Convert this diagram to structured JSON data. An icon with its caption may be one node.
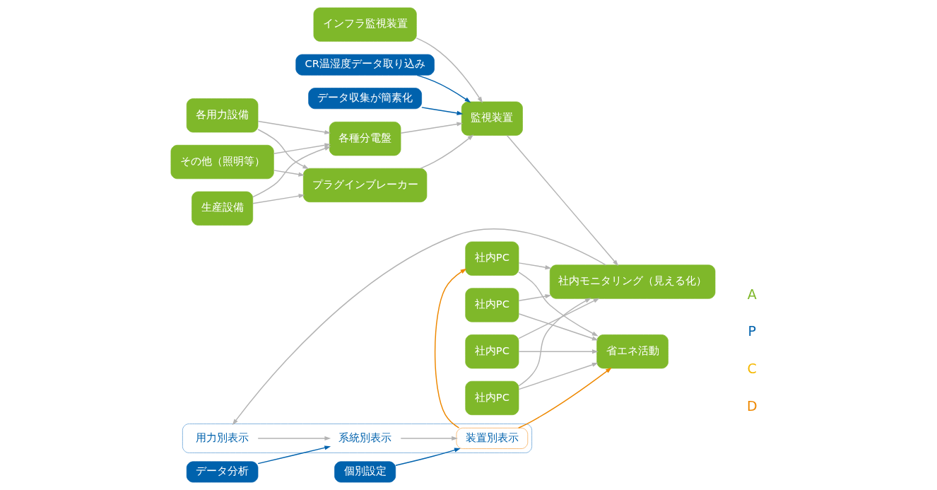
{
  "diagram": {
    "nodes": [
      {
        "text": [
          "インフラ監視装置"
        ]
      },
      {
        "text": [
          "CR温湿度データ取り込み"
        ]
      },
      {
        "text": [
          "データ収集が簡素化"
        ]
      },
      {
        "text": [
          "生産設備"
        ]
      },
      {
        "text": [
          "各種分電盤"
        ]
      },
      {
        "text": [
          "監視装置"
        ]
      },
      {
        "text": [
          "社内モニタリング（見える化）"
        ]
      },
      {
        "text": [
          "社内PC"
        ]
      },
      {
        "text": [
          "社内PC"
        ]
      },
      {
        "text": [
          "社内PC"
        ]
      },
      {
        "text": [
          "社内PC"
        ]
      },
      {
        "text": [
          "省エネ活動"
        ]
      },
      {
        "text": [
          "各用力設備"
        ]
      },
      {
        "text": [
          "プラグインブレーカー"
        ]
      },
      {
        "text": [
          "その他（照明等）"
        ]
      },
      {
        "text": [],
        "shape": "box"
      },
      {
        "text": [
          "用力別表示"
        ],
        "in": 15
      },
      {
        "text": [
          "データ分析"
        ]
      },
      {
        "text": [
          "系統別表示"
        ],
        "in": 15
      },
      {
        "text": [
          "個別設定"
        ]
      },
      {
        "text": [
          "装置別表示"
        ],
        "in": 15
      }
    ],
    "edges": [
      {
        "from": 0,
        "to": 5,
        "arrow": "to"
      },
      {
        "from": 1,
        "to": 5,
        "arrow": "to",
        "color": "#0062ad"
      },
      {
        "from": 2,
        "to": 5,
        "arrow": "to",
        "color": "#0062ad"
      },
      {
        "from": 3,
        "to": 4,
        "arrow": "to"
      },
      {
        "from": 3,
        "to": 13,
        "arrow": "to"
      },
      {
        "from": 12,
        "to": 4,
        "arrow": "to"
      },
      {
        "from": 12,
        "to": 13,
        "arrow": "to"
      },
      {
        "from": 14,
        "to": 4,
        "arrow": "to"
      },
      {
        "from": 14,
        "to": 13,
        "arrow": "to"
      },
      {
        "from": 4,
        "to": 5,
        "arrow": "to"
      },
      {
        "from": 13,
        "to": 5,
        "arrow": "to"
      },
      {
        "from": 5,
        "to": 6,
        "arrow": "to"
      },
      {
        "from": 7,
        "to": 6,
        "arrow": "to"
      },
      {
        "from": 8,
        "to": 6,
        "arrow": "to"
      },
      {
        "from": 9,
        "to": 6,
        "arrow": "to"
      },
      {
        "from": 10,
        "to": 6,
        "arrow": "to"
      },
      {
        "from": 7,
        "to": 11,
        "arrow": "to"
      },
      {
        "from": 8,
        "to": 11,
        "arrow": "to"
      },
      {
        "from": 9,
        "to": 11,
        "arrow": "to"
      },
      {
        "from": 10,
        "to": 11,
        "arrow": "to"
      },
      {
        "from": 6,
        "to": 15,
        "arrow": "to"
      },
      {
        "from": 16,
        "to": 18,
        "arrow": "to"
      },
      {
        "from": 18,
        "to": 20,
        "arrow": "to"
      },
      {
        "from": 17,
        "to": 18,
        "arrow": "to",
        "color": "#0062ad"
      },
      {
        "from": 19,
        "to": 20,
        "arrow": "to",
        "color": "#0062ad"
      },
      {
        "from": 20,
        "to": 7,
        "arrow": "to",
        "color": "#ee8800"
      },
      {
        "from": 20,
        "to": 11,
        "arrow": "to",
        "color": "#ee8800"
      }
    ],
    "labels": [
      "A",
      "P",
      "C",
      "D"
    ]
  }
}
